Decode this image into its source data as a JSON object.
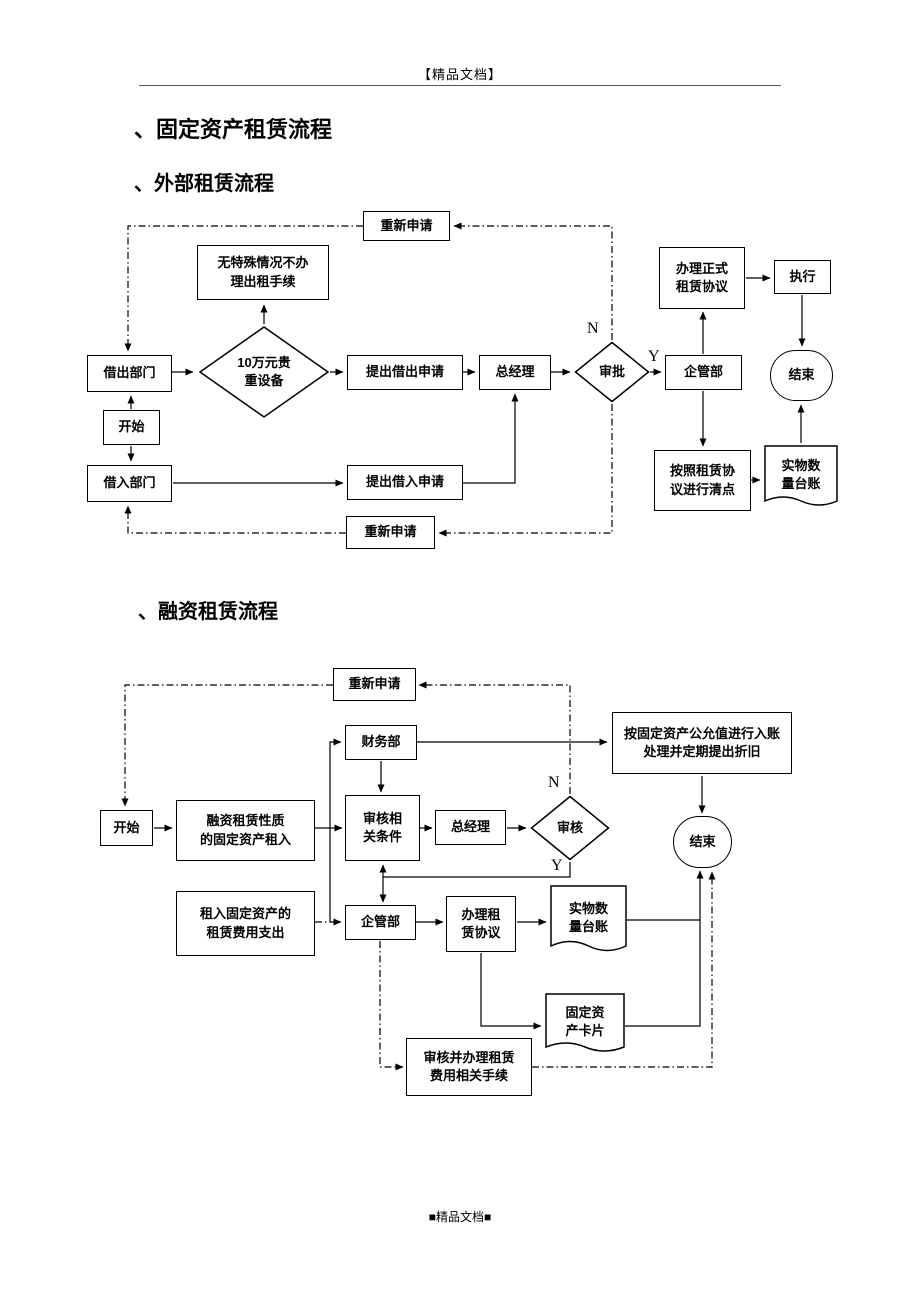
{
  "page": {
    "header": "【精品文档】",
    "footer": "■精品文档■"
  },
  "headings": {
    "h1": "、固定资产租赁流程",
    "h2": "、外部租赁流程",
    "h3": "、融资租赁流程"
  },
  "chart1": {
    "reapply_top": "重新申请",
    "no_special": "无特殊情况不办\n理出租手续",
    "valuable": "10万元贵\n重设备",
    "lend_dept": "借出部门",
    "lend_apply": "提出借出申请",
    "gm": "总经理",
    "approve": "审批",
    "label_n": "N",
    "label_y": "Y",
    "mgmt": "企管部",
    "formal": "办理正式\n租赁协议",
    "execute": "执行",
    "end": "结束",
    "start": "开始",
    "borrow_dept": "借入部门",
    "borrow_apply": "提出借入申请",
    "inventory": "按照租赁协\n议进行清点",
    "ledger": "实物数\n量台账",
    "reapply_bottom": "重新申请"
  },
  "chart2": {
    "reapply": "重新申请",
    "finance_dept": "财务部",
    "fair_value": "按固定资产公允值进行入账\n处理并定期提出折旧",
    "start": "开始",
    "finance_nature": "融资租赁性质\n的固定资产租入",
    "review_cond": "审核相\n关条件",
    "gm": "总经理",
    "review": "审核",
    "label_n": "N",
    "label_y": "Y",
    "end": "结束",
    "lease_expense": "租入固定资产的\n租赁费用支出",
    "mgmt": "企管部",
    "agreement": "办理租\n赁协议",
    "ledger": "实物数\n量台账",
    "asset_card": "固定资\n产卡片",
    "procedures": "审核并办理租赁\n费用相关手续"
  }
}
